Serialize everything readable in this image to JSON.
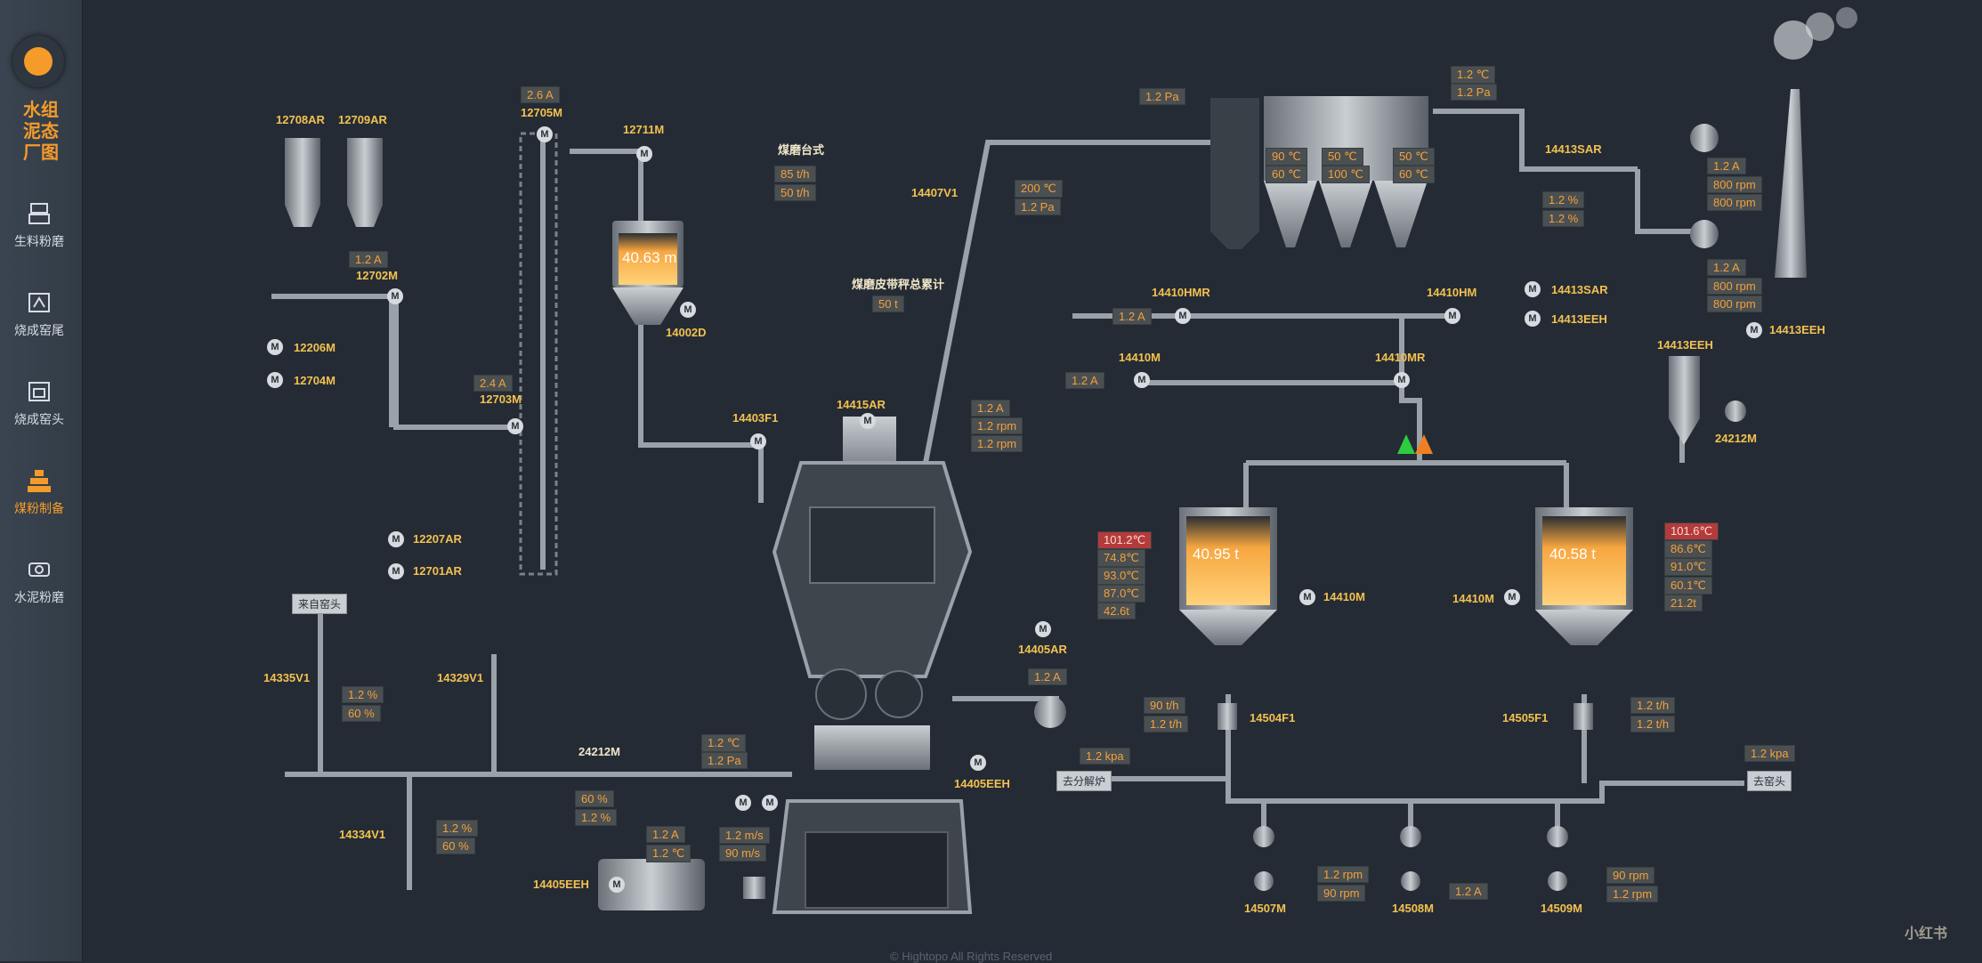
{
  "sidebar": {
    "brand": [
      "水组",
      "泥态",
      "厂图"
    ],
    "items": [
      {
        "label": "生料粉磨",
        "icon": "raw-mill-icon",
        "active": false
      },
      {
        "label": "烧成窑尾",
        "icon": "kiln-tail-icon",
        "active": false
      },
      {
        "label": "烧成窑头",
        "icon": "kiln-head-icon",
        "active": false
      },
      {
        "label": "煤粉制备",
        "icon": "coal-prep-icon",
        "active": true
      },
      {
        "label": "水泥粉磨",
        "icon": "cement-mill-icon",
        "active": false
      }
    ]
  },
  "labels": {
    "l12708AR": "12708AR",
    "l12709AR": "12709AR",
    "l12705M": "12705M",
    "l12711M": "12711M",
    "l12702M": "12702M",
    "l12206M": "12206M",
    "l12704M": "12704M",
    "l12703M": "12703M",
    "l14002D": "14002D",
    "l14403F1": "14403F1",
    "l14415AR": "14415AR",
    "l14407V1": "14407V1",
    "l12207AR": "12207AR",
    "l12701AR": "12701AR",
    "l14335V1": "14335V1",
    "l14329V1": "14329V1",
    "l24212M_a": "24212M",
    "l14334V1": "14334V1",
    "l14405EEH_a": "14405EEH",
    "l14405AR": "14405AR",
    "l14405EEH_b": "14405EEH",
    "l14410HMR": "14410HMR",
    "l14410HM": "14410HM",
    "l14410M_a": "14410M",
    "l14410MR": "14410MR",
    "l14413SAR_a": "14413SAR",
    "l14413SAR_b": "14413SAR",
    "l14413EEH_a": "14413EEH",
    "l14413EEH_b": "14413EEH",
    "l14413EEH_c": "14413EEH",
    "l24212M_b": "24212M",
    "l14410M_b": "14410M",
    "l14410M_c": "14410M",
    "l14504F1": "14504F1",
    "l14505F1": "14505F1",
    "l14507M": "14507M",
    "l14508M": "14508M",
    "l14509M": "14509M",
    "coal_scale": "煤磨台式",
    "belt_total": "煤磨皮带秤总累计"
  },
  "values": {
    "v_2_6A": "2.6 A",
    "v_1_2A_a": "1.2 A",
    "v_2_4A": "2.4 A",
    "v_85th": "85 t/h",
    "v_50th": "50 t/h",
    "v_50t": "50 t",
    "v_200c": "200 ℃",
    "v_1_2Pa_a": "1.2 Pa",
    "v_1_2Pa_b": "1.2 Pa",
    "v_1_2c_top": "1.2 ℃",
    "v_1_2Pa_top": "1.2 Pa",
    "v_90c": "90 ℃",
    "v_50c_a": "50 ℃",
    "v_50c_b": "50 ℃",
    "v_60c_a": "60 ℃",
    "v_100c": "100 ℃",
    "v_60c_b": "60 ℃",
    "v_1_2pct_a": "1.2 %",
    "v_1_2pct_b": "1.2 %",
    "v_fanA_a": "1.2 A",
    "v_fan800_a": "800 rpm",
    "v_fan800_b": "800 rpm",
    "v_fanA_b": "1.2 A",
    "v_fan800_c": "800 rpm",
    "v_fan800_d": "800 rpm",
    "v_hm12A": "1.2 A",
    "v_m12A": "1.2 A",
    "v_mill_A": "1.2 A",
    "v_mill_rpm_a": "1.2 rpm",
    "v_mill_rpm_b": "1.2 rpm",
    "v_l1": "101.2℃",
    "v_l2": "74.8℃",
    "v_l3": "93.0℃",
    "v_l4": "87.0℃",
    "v_l5": "42.6t",
    "v_r1": "101.6℃",
    "v_r2": "86.6℃",
    "v_r3": "91.0℃",
    "v_r4": "60.1℃",
    "v_r5": "21.2t",
    "v_tank_small": "40.63 m",
    "v_tank_left": "40.95 t",
    "v_tank_right": "40.58 t",
    "v_v1_a": "1.2 %",
    "v_v1_b": "60 %",
    "v_mill_c": "1.2 ℃",
    "v_mill_pa": "1.2 Pa",
    "v_24_a": "60 %",
    "v_24_b": "1.2 %",
    "v_34_a": "1.2 %",
    "v_34_b": "60 %",
    "v_eeh_a": "1.2 A",
    "v_eeh_b": "1.2 ℃",
    "v_ms_a": "1.2 m/s",
    "v_ms_b": "90 m/s",
    "v_405A": "1.2 A",
    "v_504_a": "90 t/h",
    "v_504_b": "1.2 t/h",
    "v_505_a": "1.2 t/h",
    "v_505_b": "1.2 t/h",
    "v_kpa_a": "1.2 kpa",
    "v_kpa_b": "1.2 kpa",
    "v_507_a": "1.2 rpm",
    "v_507_b": "90 rpm",
    "v_508A": "1.2 A",
    "v_509_a": "90 rpm",
    "v_509_b": "1.2 rpm"
  },
  "buttons": {
    "from_kiln": "来自窑头",
    "to_calciner": "去分解炉",
    "to_kiln": "去窑头"
  },
  "footer": "© Hightopo All Rights Reserved",
  "watermark": "小红书",
  "colors": {
    "accent": "#f59b2a",
    "panel": "#242b35",
    "value": "#f3a13a",
    "alarm": "#b33b3b"
  }
}
